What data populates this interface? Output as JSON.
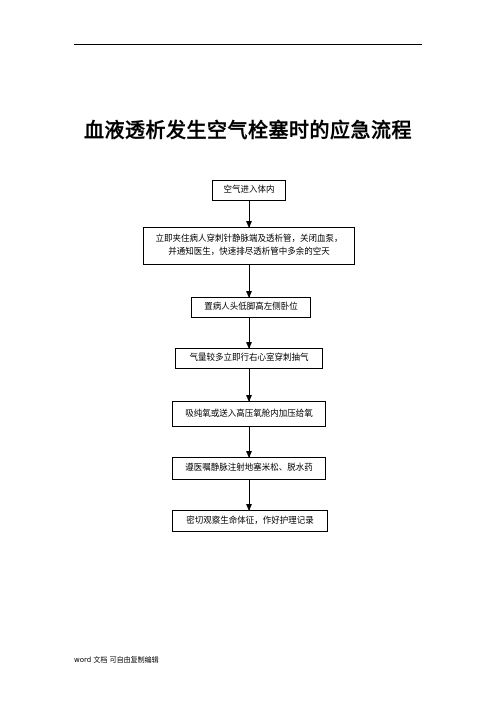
{
  "document": {
    "title": "血液透析发生空气栓塞时的应急流程",
    "footer": "word 文档  可自由复制编辑"
  },
  "flow": {
    "steps": [
      {
        "text": "空气进入体内"
      },
      {
        "text": "立即夹住病人穿刺针静脉端及透析管，关闭血泵，\n并通知医生，快速排尽透析管中多余的空天"
      },
      {
        "text": "置病人头低脚高左侧卧位"
      },
      {
        "text": "气量较多立即行右心室穿刺抽气"
      },
      {
        "text": "吸纯氧或送入高压氧舱内加压给氧"
      },
      {
        "text": "遵医嘱静脉注射地塞米松、脱水药"
      },
      {
        "text": "密切观察生命体征，作好护理记录"
      }
    ]
  }
}
